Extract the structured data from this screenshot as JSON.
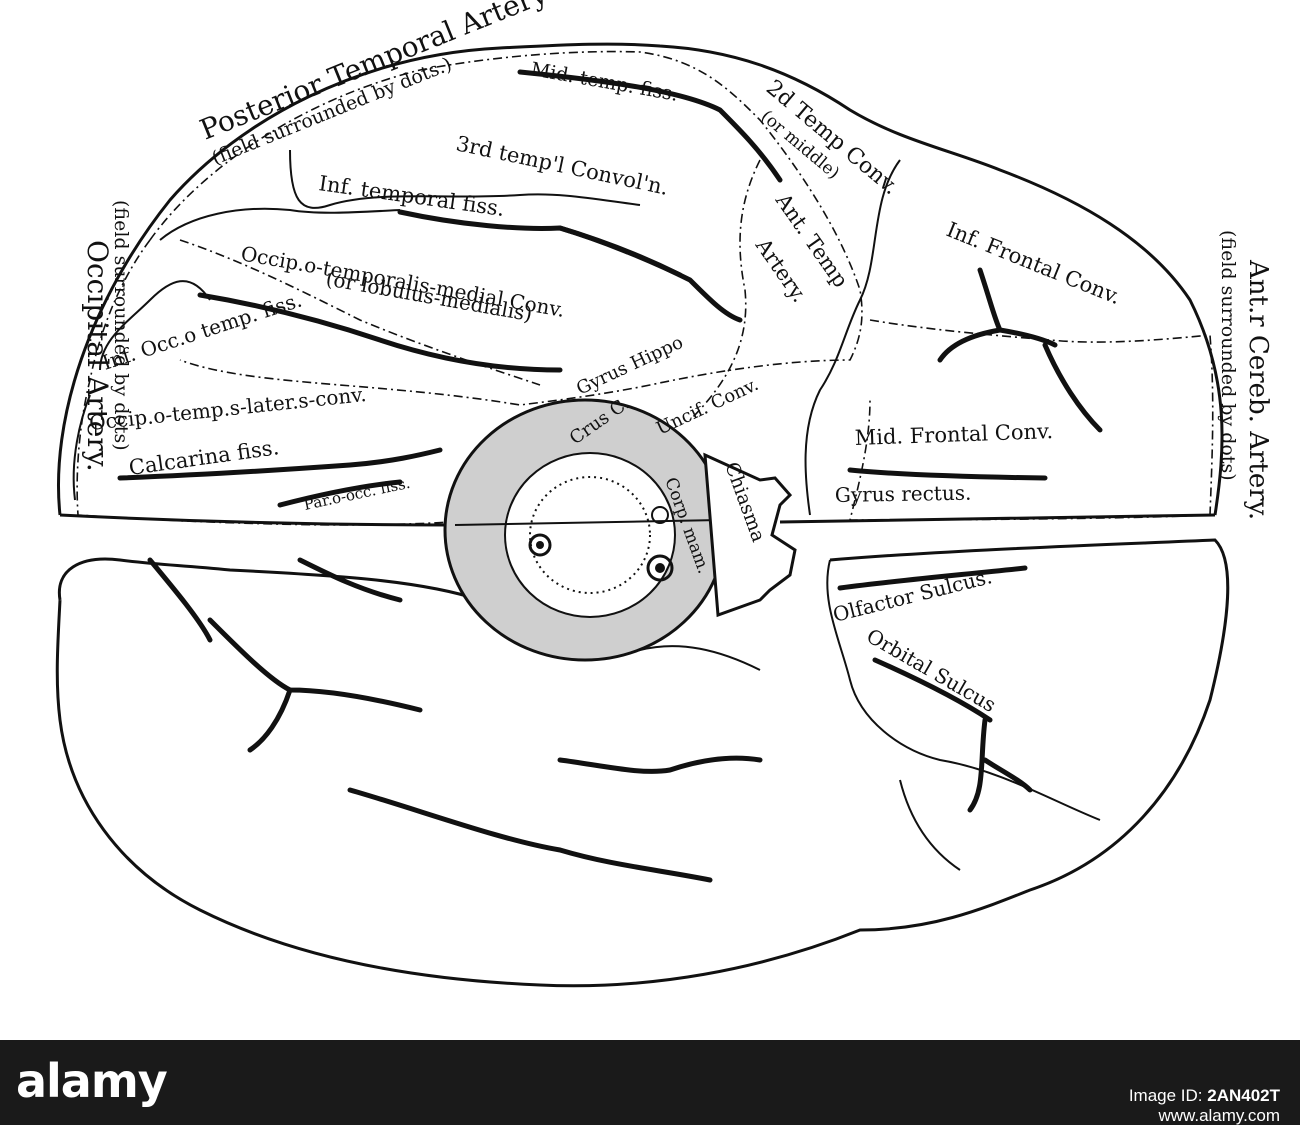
{
  "labels": {
    "posterior_temporal_artery": "Posterior Temporal Artery",
    "posterior_temporal_note": "(field surrounded by dots.)",
    "occipital_artery": "Occipital Artery.",
    "occipital_note": "(field surrounded by dots)",
    "ant_cereb_artery": "Ant.r Cereb. Artery.",
    "ant_cereb_note": "(field surrounded by dots)",
    "mid_temp_fiss": "Mid. temp. fiss.",
    "second_temp_conv": "2d Temp Conv.",
    "second_temp_conv_note": "(or middle)",
    "third_temp_convol": "3rd temp'l Convol'n.",
    "inf_temporal_fiss": "Inf. temporal fiss.",
    "ant_temp_artery_1": "Ant. Temp",
    "ant_temp_artery_2": "Artery.",
    "occip_temporalis_medial": "Occip.o-temporalis-medial Conv.",
    "lobulus_medialis": "(or lobulus-medialis)",
    "inf_occ_temp_fiss": "Inf. Occ.o temp. fiss.",
    "occip_temp_later_conv": "Occip.o-temp.s-later.s-conv.",
    "calcarina_fiss": "Calcarina fiss.",
    "par_occ_fiss": "Par.o-occ. fiss.",
    "gyrus_hippo": "Gyrus Hippo",
    "uncif_conv": "Uncif. Conv.",
    "crus_c": "Crus C.",
    "corp_mam": "Corp. mam.",
    "chiasma": "Chiasma",
    "inf_frontal_conv": "Inf. Frontal Conv.",
    "mid_frontal_conv": "Mid. Frontal Conv.",
    "gyrus_rectus": "Gyrus rectus.",
    "olfactor_sulcus": "Olfactor Sulcus.",
    "orbital_sulcus": "Orbital Sulcus"
  },
  "footer": {
    "brand": "alamy",
    "image_id_label": "Image ID: ",
    "image_id": "2AN402T",
    "website": "www.alamy.com"
  }
}
